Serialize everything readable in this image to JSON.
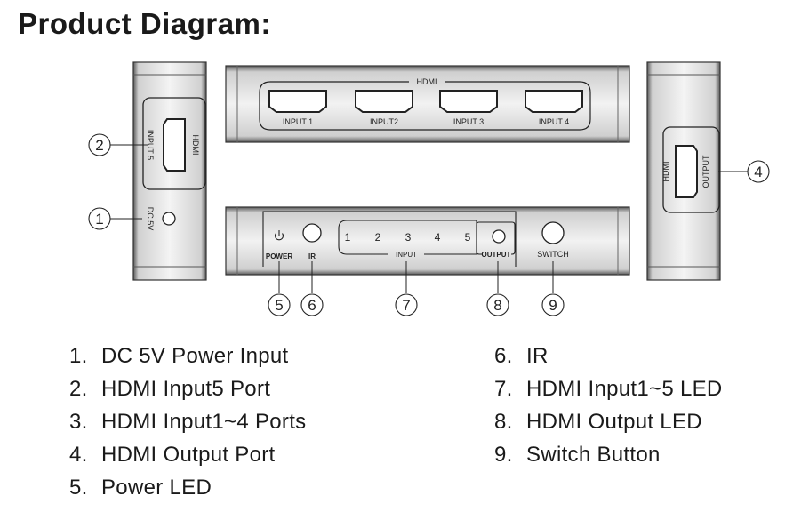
{
  "title": "Product Diagram:",
  "diagram": {
    "callouts": [
      "1",
      "2",
      "4",
      "5",
      "6",
      "7",
      "8",
      "9"
    ],
    "left_panel": {
      "port_label": "HDMI",
      "port_sublabel": "INPUT 5",
      "dc_label": "DC 5V"
    },
    "top_panel": {
      "group_label": "HDMI",
      "ports": [
        "INPUT 1",
        "INPUT2",
        "INPUT 3",
        "INPUT 4"
      ]
    },
    "right_panel": {
      "port_label": "HDMI",
      "port_sublabel": "OUTPUT"
    },
    "front_panel": {
      "power_label": "POWER",
      "ir_label": "IR",
      "led_numbers": [
        "1",
        "2",
        "3",
        "4",
        "5"
      ],
      "input_label": "INPUT",
      "output_label": "OUTPUT",
      "switch_label": "SWITCH"
    }
  },
  "legend": [
    {
      "num": "1.",
      "text": "DC 5V Power Input"
    },
    {
      "num": "2.",
      "text": "HDMI Input5 Port"
    },
    {
      "num": "3.",
      "text": "HDMI Input1~4 Ports"
    },
    {
      "num": "4.",
      "text": "HDMI Output Port"
    },
    {
      "num": "5.",
      "text": "Power LED"
    },
    {
      "num": "6.",
      "text": "IR"
    },
    {
      "num": "7.",
      "text": "HDMI Input1~5 LED"
    },
    {
      "num": "8.",
      "text": "HDMI Output LED"
    },
    {
      "num": "9.",
      "text": "Switch Button"
    }
  ]
}
